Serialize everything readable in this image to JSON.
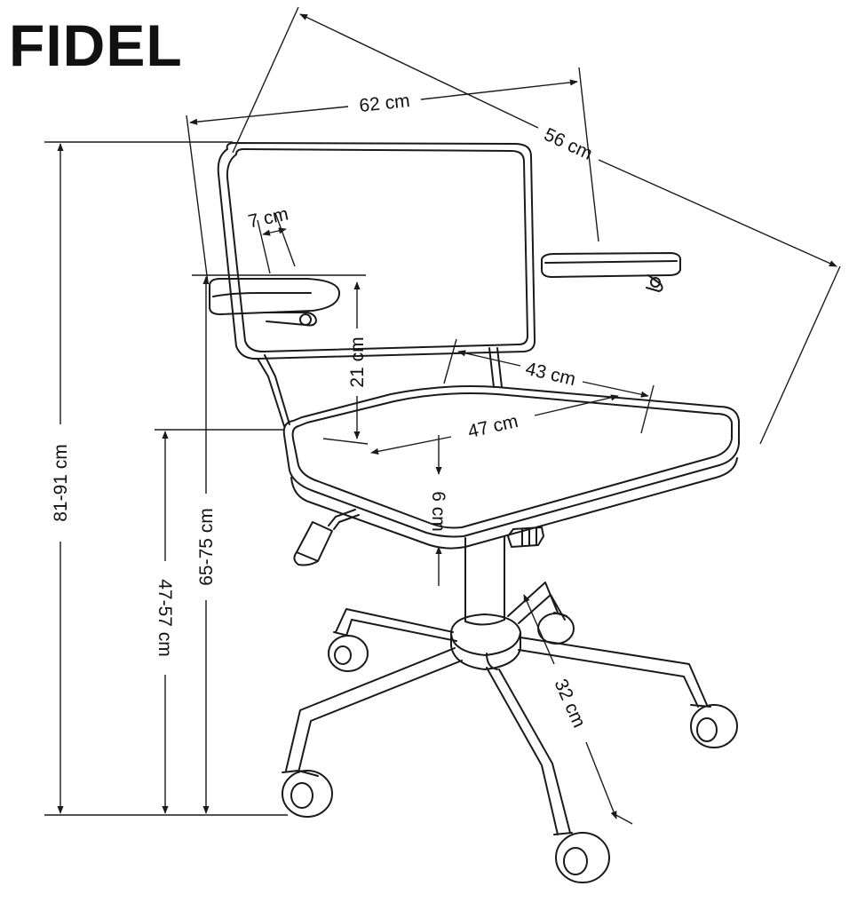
{
  "product": {
    "name": "FIDEL"
  },
  "dimensions": {
    "width": "62 cm",
    "depth": "56 cm",
    "armrest_width": "7 cm",
    "armrest_to_seat": "21 cm",
    "seat_depth": "43 cm",
    "seat_width": "47 cm",
    "seat_thickness": "6 cm",
    "total_height": "81-91 cm",
    "armrest_height": "65-75 cm",
    "seat_height": "47-57 cm",
    "base_radius": "32 cm"
  },
  "colors": {
    "line": "#1a1a1a",
    "background": "#ffffff"
  }
}
